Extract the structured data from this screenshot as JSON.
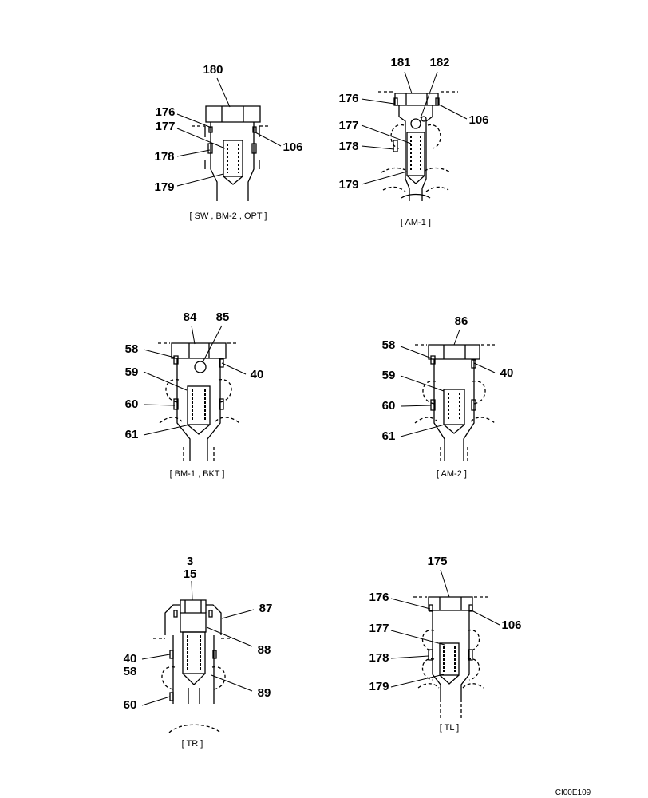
{
  "diagrams": [
    {
      "caption": "[ SW , BM-2 , OPT ]",
      "callouts": [
        "180",
        "176",
        "177",
        "178",
        "179",
        "106"
      ]
    },
    {
      "caption": "[ AM-1 ]",
      "callouts": [
        "181",
        "182",
        "176",
        "106",
        "177",
        "178",
        "179"
      ]
    },
    {
      "caption": "[ BM-1 , BKT ]",
      "callouts": [
        "84",
        "85",
        "58",
        "40",
        "59",
        "60",
        "61"
      ]
    },
    {
      "caption": "[ AM-2 ]",
      "callouts": [
        "86",
        "58",
        "40",
        "59",
        "60",
        "61"
      ]
    },
    {
      "caption": "[ TR ]",
      "callouts": [
        "3",
        "15",
        "87",
        "88",
        "40",
        "58",
        "89",
        "60"
      ]
    },
    {
      "caption": "[ TL ]",
      "callouts": [
        "175",
        "176",
        "106",
        "177",
        "178",
        "179"
      ]
    }
  ],
  "footer": {
    "drawing_code": "CI00E109"
  }
}
